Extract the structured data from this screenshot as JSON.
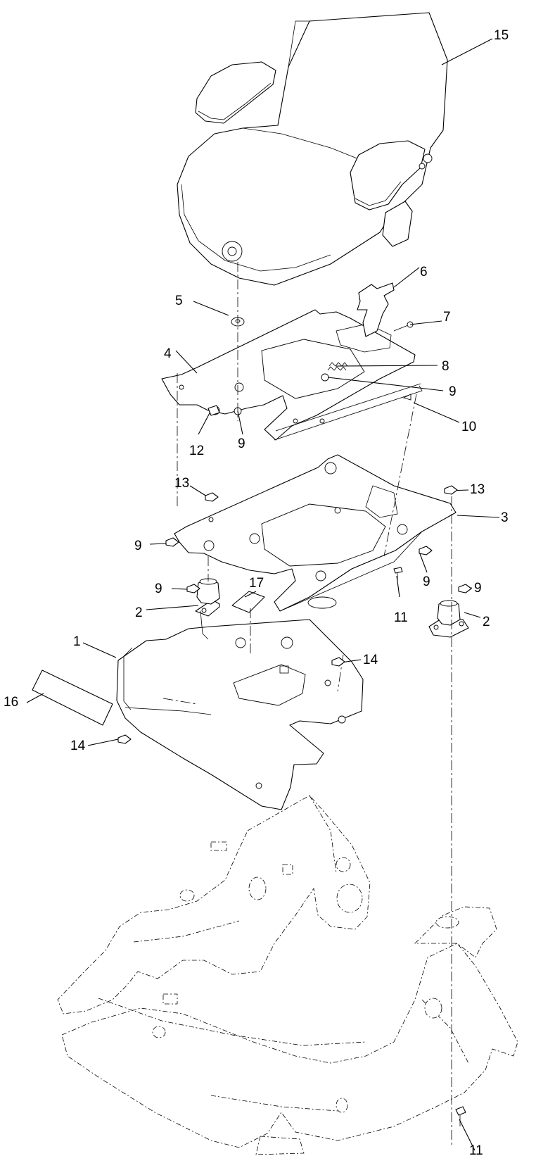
{
  "callouts": [
    {
      "id": "c15",
      "label": "15"
    },
    {
      "id": "c6",
      "label": "6"
    },
    {
      "id": "c7",
      "label": "7"
    },
    {
      "id": "c5",
      "label": "5"
    },
    {
      "id": "c4",
      "label": "4"
    },
    {
      "id": "c8",
      "label": "8"
    },
    {
      "id": "c9a",
      "label": "9"
    },
    {
      "id": "c12",
      "label": "12"
    },
    {
      "id": "c9b",
      "label": "9"
    },
    {
      "id": "c10",
      "label": "10"
    },
    {
      "id": "c13a",
      "label": "13"
    },
    {
      "id": "c13b",
      "label": "13"
    },
    {
      "id": "c3",
      "label": "3"
    },
    {
      "id": "c9c",
      "label": "9"
    },
    {
      "id": "c9d",
      "label": "9"
    },
    {
      "id": "c9e",
      "label": "9"
    },
    {
      "id": "c17",
      "label": "17"
    },
    {
      "id": "c9f",
      "label": "9"
    },
    {
      "id": "c2a",
      "label": "2"
    },
    {
      "id": "c11a",
      "label": "11"
    },
    {
      "id": "c2b",
      "label": "2"
    },
    {
      "id": "c1",
      "label": "1"
    },
    {
      "id": "c14a",
      "label": "14"
    },
    {
      "id": "c16",
      "label": "16"
    },
    {
      "id": "c14b",
      "label": "14"
    },
    {
      "id": "c11b",
      "label": "11"
    }
  ]
}
